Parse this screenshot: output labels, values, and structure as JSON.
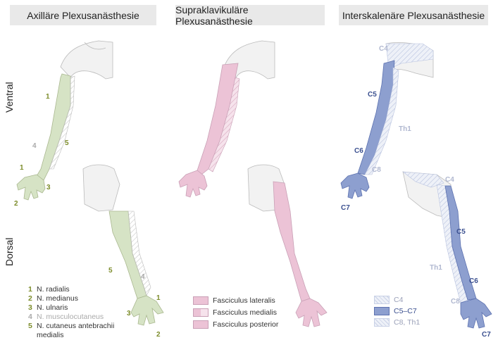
{
  "headers": {
    "axillary": "Axilläre Plexusanästhesie",
    "supraclavicular": "Supraklavikuläre Plexusanästhesie",
    "interscalene": "Interskalenäre Plexusanästhesie"
  },
  "side_labels": {
    "ventral": "Ventral",
    "dorsal": "Dorsal"
  },
  "axillary_legend": [
    {
      "num": "1",
      "label": "N. radialis"
    },
    {
      "num": "2",
      "label": "N. medianus"
    },
    {
      "num": "3",
      "label": "N. ulnaris"
    },
    {
      "num": "4",
      "label": "N. musculocutaneus"
    },
    {
      "num": "5",
      "label": "N. cutaneus antebrachii medialis"
    }
  ],
  "supraclavicular_legend": [
    {
      "label": "Fasciculus lateralis"
    },
    {
      "label": "Fasciculus medialis"
    },
    {
      "label": "Fasciculus posterior"
    }
  ],
  "interscalene_legend": [
    {
      "label": "C4"
    },
    {
      "label": "C5–C7"
    },
    {
      "label": "C8, Th1"
    }
  ],
  "arm_labels": {
    "ventral_axillary": [
      "1",
      "4",
      "5",
      "1",
      "3",
      "2"
    ],
    "dorsal_axillary": [
      "5",
      "4",
      "1",
      "3",
      "2"
    ],
    "ventral_interscalene": [
      "C4",
      "C5",
      "Th1",
      "C6",
      "C8",
      "C7"
    ],
    "dorsal_interscalene": [
      "C4",
      "C5",
      "Th1",
      "C6",
      "C8",
      "C7"
    ]
  },
  "colors": {
    "green": "#d6e3c5",
    "green_text": "#7c8c2a",
    "pink": "#ecc3d6",
    "blue": "#8d9fcf",
    "blue_text": "#3a4f8f",
    "light_blue": "#dde3f0",
    "header_bg": "#e9e9e9"
  }
}
